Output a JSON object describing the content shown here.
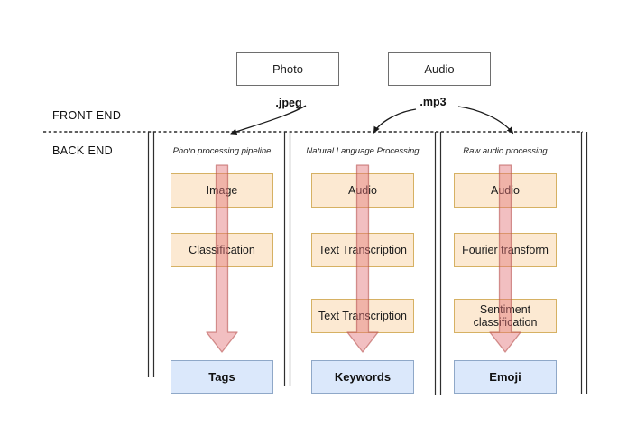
{
  "zones": {
    "front": {
      "label": "FRONT END"
    },
    "back": {
      "label": "BACK END"
    }
  },
  "sources": [
    {
      "label": "Photo",
      "file_type": ".jpeg"
    },
    {
      "label": "Audio",
      "file_type": ".mp3"
    }
  ],
  "pipelines": [
    {
      "title": "Photo processing pipeline",
      "steps": [
        "Image",
        "Classification"
      ],
      "output": "Tags"
    },
    {
      "title": "Natural Language Processing",
      "steps": [
        "Audio",
        "Text Transcription",
        "Text Transcription"
      ],
      "output": "Keywords"
    },
    {
      "title": "Raw audio processing",
      "steps": [
        "Audio",
        "Fourier transform",
        "Sentiment classification"
      ],
      "output": "Emoji"
    }
  ],
  "colors": {
    "step-fill": "#FCE9D2",
    "step-stroke": "#D6B163",
    "output-fill": "#DBE8FB",
    "output-stroke": "#8FA8C8",
    "arrow-fill": "#E2707573",
    "arrow-stroke": "#B8545099"
  }
}
